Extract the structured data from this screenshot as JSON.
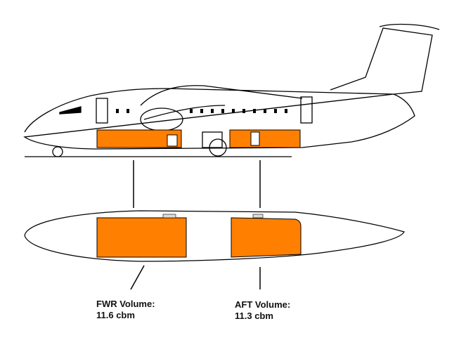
{
  "colors": {
    "cargo": "#FF8000",
    "outline": "#000000"
  },
  "holds": [
    {
      "name": "FWR",
      "label": "FWR Volume:",
      "value": "11.6 cbm"
    },
    {
      "name": "AFT",
      "label": "AFT Volume:",
      "value": "11.3 cbm"
    }
  ]
}
